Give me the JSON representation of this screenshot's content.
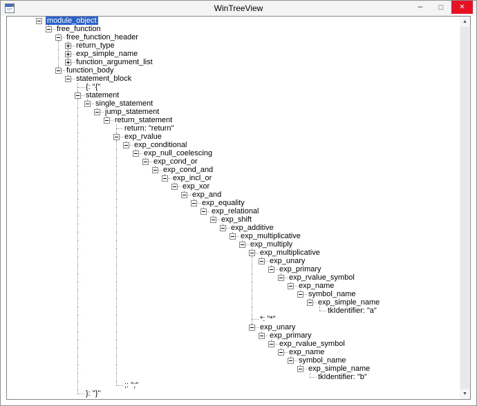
{
  "window": {
    "title": "WinTreeView",
    "controls": {
      "minimize": "–",
      "maximize": "□",
      "close": "✕"
    }
  },
  "scrollbar": {
    "up": "▲",
    "down": "▼"
  },
  "colors": {
    "selection_background": "#2a62cc",
    "close_button": "#e81123",
    "tree_line": "#9a9a9a",
    "window_border": "#8f8f8f",
    "titlebar_background": "#f4f4f4"
  },
  "tree": {
    "label": "module_object",
    "state": "expanded",
    "selected": true,
    "children": [
      {
        "label": "free_function",
        "state": "expanded",
        "children": [
          {
            "label": "free_function_header",
            "state": "expanded",
            "children": [
              {
                "label": "return_type",
                "state": "collapsed"
              },
              {
                "label": "exp_simple_name",
                "state": "collapsed"
              },
              {
                "label": "function_argument_list",
                "state": "collapsed"
              }
            ]
          },
          {
            "label": "function_body",
            "state": "expanded",
            "children": [
              {
                "label": "statement_block",
                "state": "expanded",
                "children": [
                  {
                    "label": "{: \"{\"",
                    "state": "leaf"
                  },
                  {
                    "label": "statement",
                    "state": "expanded",
                    "children": [
                      {
                        "label": "single_statement",
                        "state": "expanded",
                        "children": [
                          {
                            "label": "jump_statement",
                            "state": "expanded",
                            "children": [
                              {
                                "label": "return_statement",
                                "state": "expanded",
                                "children": [
                                  {
                                    "label": "return: \"return\"",
                                    "state": "leaf"
                                  },
                                  {
                                    "label": "exp_rvalue",
                                    "state": "expanded",
                                    "children": [
                                      {
                                        "label": "exp_conditional",
                                        "state": "expanded",
                                        "children": [
                                          {
                                            "label": "exp_null_coelescing",
                                            "state": "expanded",
                                            "children": [
                                              {
                                                "label": "exp_cond_or",
                                                "state": "expanded",
                                                "children": [
                                                  {
                                                    "label": "exp_cond_and",
                                                    "state": "expanded",
                                                    "children": [
                                                      {
                                                        "label": "exp_incl_or",
                                                        "state": "expanded",
                                                        "children": [
                                                          {
                                                            "label": "exp_xor",
                                                            "state": "expanded",
                                                            "children": [
                                                              {
                                                                "label": "exp_and",
                                                                "state": "expanded",
                                                                "children": [
                                                                  {
                                                                    "label": "exp_equality",
                                                                    "state": "expanded",
                                                                    "children": [
                                                                      {
                                                                        "label": "exp_relational",
                                                                        "state": "expanded",
                                                                        "children": [
                                                                          {
                                                                            "label": "exp_shift",
                                                                            "state": "expanded",
                                                                            "children": [
                                                                              {
                                                                                "label": "exp_additive",
                                                                                "state": "expanded",
                                                                                "children": [
                                                                                  {
                                                                                    "label": "exp_multiplicative",
                                                                                    "state": "expanded",
                                                                                    "children": [
                                                                                      {
                                                                                        "label": "exp_multiply",
                                                                                        "state": "expanded",
                                                                                        "children": [
                                                                                          {
                                                                                            "label": "exp_multiplicative",
                                                                                            "state": "expanded",
                                                                                            "children": [
                                                                                              {
                                                                                                "label": "exp_unary",
                                                                                                "state": "expanded",
                                                                                                "children": [
                                                                                                  {
                                                                                                    "label": "exp_primary",
                                                                                                    "state": "expanded",
                                                                                                    "children": [
                                                                                                      {
                                                                                                        "label": "exp_rvalue_symbol",
                                                                                                        "state": "expanded",
                                                                                                        "children": [
                                                                                                          {
                                                                                                            "label": "exp_name",
                                                                                                            "state": "expanded",
                                                                                                            "children": [
                                                                                                              {
                                                                                                                "label": "symbol_name",
                                                                                                                "state": "expanded",
                                                                                                                "children": [
                                                                                                                  {
                                                                                                                    "label": "exp_simple_name",
                                                                                                                    "state": "expanded",
                                                                                                                    "children": [
                                                                                                                      {
                                                                                                                        "label": "tkIdentifier: \"a\"",
                                                                                                                        "state": "leaf"
                                                                                                                      }
                                                                                                                    ]
                                                                                                                  }
                                                                                                                ]
                                                                                                              }
                                                                                                            ]
                                                                                                          }
                                                                                                        ]
                                                                                                      }
                                                                                                    ]
                                                                                                  }
                                                                                                ]
                                                                                              }
                                                                                            ]
                                                                                          },
                                                                                          {
                                                                                            "label": "*: \"*\"",
                                                                                            "state": "leaf"
                                                                                          },
                                                                                          {
                                                                                            "label": "exp_unary",
                                                                                            "state": "expanded",
                                                                                            "children": [
                                                                                              {
                                                                                                "label": "exp_primary",
                                                                                                "state": "expanded",
                                                                                                "children": [
                                                                                                  {
                                                                                                    "label": "exp_rvalue_symbol",
                                                                                                    "state": "expanded",
                                                                                                    "children": [
                                                                                                      {
                                                                                                        "label": "exp_name",
                                                                                                        "state": "expanded",
                                                                                                        "children": [
                                                                                                          {
                                                                                                            "label": "symbol_name",
                                                                                                            "state": "expanded",
                                                                                                            "children": [
                                                                                                              {
                                                                                                                "label": "exp_simple_name",
                                                                                                                "state": "expanded",
                                                                                                                "children": [
                                                                                                                  {
                                                                                                                    "label": "tkIdentifier: \"b\"",
                                                                                                                    "state": "leaf"
                                                                                                                  }
                                                                                                                ]
                                                                                                              }
                                                                                                            ]
                                                                                                          }
                                                                                                        ]
                                                                                                      }
                                                                                                    ]
                                                                                                  }
                                                                                                ]
                                                                                              }
                                                                                            ]
                                                                                          }
                                                                                        ]
                                                                                      }
                                                                                    ]
                                                                                  }
                                                                                ]
                                                                              }
                                                                            ]
                                                                          }
                                                                        ]
                                                                      }
                                                                    ]
                                                                  }
                                                                ]
                                                              }
                                                            ]
                                                          }
                                                        ]
                                                      }
                                                    ]
                                                  }
                                                ]
                                              }
                                            ]
                                          }
                                        ]
                                      }
                                    ]
                                  },
                                  {
                                    "label": ";: \";\"",
                                    "state": "leaf"
                                  }
                                ]
                              }
                            ]
                          }
                        ]
                      }
                    ]
                  },
                  {
                    "label": "}: \"}\"",
                    "state": "leaf"
                  }
                ]
              }
            ]
          }
        ]
      }
    ]
  }
}
